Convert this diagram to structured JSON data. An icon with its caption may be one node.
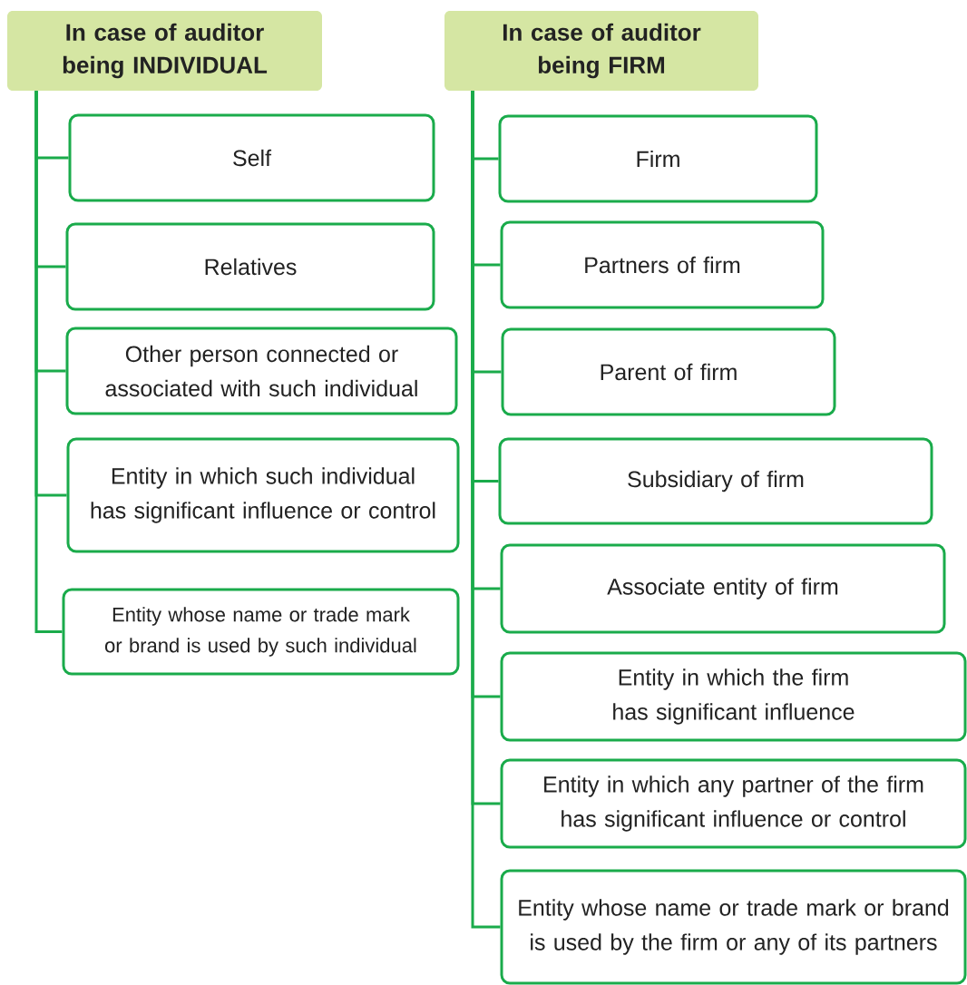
{
  "diagram": {
    "nodes": [
      {
        "text": [
          "In case of auditor being INDIVIDUAL"
        ]
      },
      {
        "text": [
          "In case of auditor being FIRM"
        ]
      },
      {
        "text": [
          "Self"
        ]
      },
      {
        "text": [
          "Relatives"
        ]
      },
      {
        "text": [
          "Other person connected or associated with such individual"
        ]
      },
      {
        "text": [
          "Entity in which such individual has significant influence or control"
        ]
      },
      {
        "text": [
          "Entity whose name or trade mark or brand is used by such individual"
        ]
      },
      {
        "text": [
          "Firm"
        ]
      },
      {
        "text": [
          "Partners of firm"
        ]
      },
      {
        "text": [
          "Parent of firm"
        ]
      },
      {
        "text": [
          "Subsidiary of firm"
        ]
      },
      {
        "text": [
          "Associate entity of firm"
        ]
      },
      {
        "text": [
          "Entity in which the firm has significant influence"
        ]
      },
      {
        "text": [
          "Entity in which any partner of the firm has significant influence or control"
        ]
      },
      {
        "text": [
          "Entity whose name or trade mark or brand is used by the firm or any of its partners"
        ]
      }
    ],
    "edges": [
      {
        "from": 0,
        "to": 2,
        "arrow": "none"
      },
      {
        "from": 0,
        "to": 3,
        "arrow": "none"
      },
      {
        "from": 0,
        "to": 4,
        "arrow": "none"
      },
      {
        "from": 0,
        "to": 5,
        "arrow": "none"
      },
      {
        "from": 0,
        "to": 6,
        "arrow": "none"
      },
      {
        "from": 1,
        "to": 7,
        "arrow": "none"
      },
      {
        "from": 1,
        "to": 8,
        "arrow": "none"
      },
      {
        "from": 1,
        "to": 9,
        "arrow": "none"
      },
      {
        "from": 1,
        "to": 10,
        "arrow": "none"
      },
      {
        "from": 1,
        "to": 11,
        "arrow": "none"
      },
      {
        "from": 1,
        "to": 12,
        "arrow": "none"
      },
      {
        "from": 1,
        "to": 13,
        "arrow": "none"
      },
      {
        "from": 1,
        "to": 14,
        "arrow": "none"
      }
    ]
  }
}
